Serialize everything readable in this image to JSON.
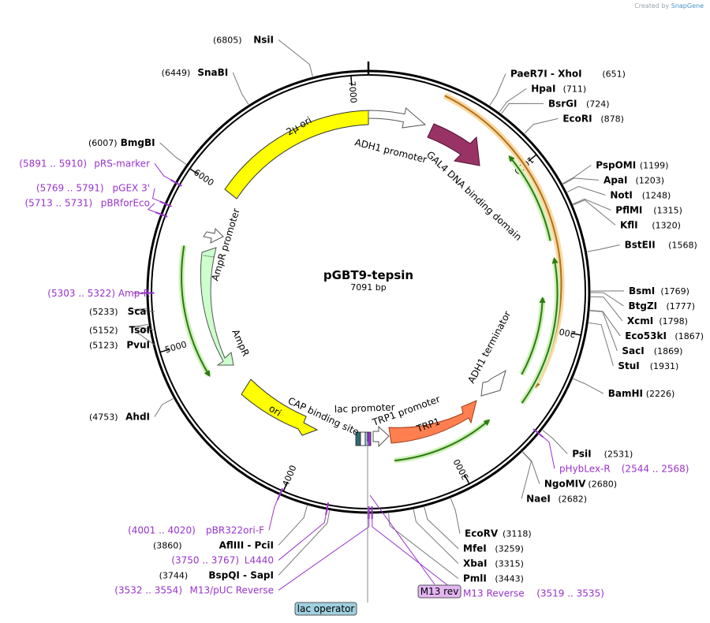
{
  "watermark": {
    "prefix": "Created by",
    "brand": "SnapGene"
  },
  "plasmid": {
    "name": "pGBT9-tepsin",
    "size_label": "7091 bp",
    "length": 7091
  },
  "ticks": [
    {
      "pos": 1000,
      "label": "1000"
    },
    {
      "pos": 2000,
      "label": "2000"
    },
    {
      "pos": 3000,
      "label": "3000"
    },
    {
      "pos": 4000,
      "label": "4000"
    },
    {
      "pos": 5000,
      "label": "5000"
    },
    {
      "pos": 6000,
      "label": "6000"
    },
    {
      "pos": 7000,
      "label": "7000"
    }
  ],
  "sites": [
    {
      "name": "NsiI",
      "coord": "(6805)",
      "pos": 6805,
      "side": "left"
    },
    {
      "name": "SnaBI",
      "coord": "(6449)",
      "pos": 6449,
      "side": "left"
    },
    {
      "name": "BmgBI",
      "coord": "(6007)",
      "pos": 6007,
      "side": "left"
    },
    {
      "name": "ScaI",
      "coord": "(5233)",
      "pos": 5233,
      "side": "left"
    },
    {
      "name": "TsoI",
      "coord": "(5152)",
      "pos": 5152,
      "side": "left"
    },
    {
      "name": "PvuI",
      "coord": "(5123)",
      "pos": 5123,
      "side": "left"
    },
    {
      "name": "AhdI",
      "coord": "(4753)",
      "pos": 4753,
      "side": "left"
    },
    {
      "name": "AflIII  - PciI",
      "coord": "(3860)",
      "pos": 3860,
      "side": "left"
    },
    {
      "name": "BspQI  - SapI",
      "coord": "(3744)",
      "pos": 3744,
      "side": "left"
    },
    {
      "name": "PaeR7I  - XhoI",
      "coord": "(651)",
      "pos": 651,
      "side": "right"
    },
    {
      "name": "HpaI",
      "coord": "(711)",
      "pos": 711,
      "side": "right"
    },
    {
      "name": "BsrGI",
      "coord": "(724)",
      "pos": 724,
      "side": "right"
    },
    {
      "name": "EcoRI",
      "coord": "(878)",
      "pos": 878,
      "side": "right"
    },
    {
      "name": "PspOMI",
      "coord": "(1199)",
      "pos": 1199,
      "side": "right"
    },
    {
      "name": "ApaI",
      "coord": "(1203)",
      "pos": 1203,
      "side": "right"
    },
    {
      "name": "NotI",
      "coord": "(1248)",
      "pos": 1248,
      "side": "right"
    },
    {
      "name": "PflMI",
      "coord": "(1315)",
      "pos": 1315,
      "side": "right"
    },
    {
      "name": "KflI",
      "coord": "(1320)",
      "pos": 1320,
      "side": "right"
    },
    {
      "name": "BstEII",
      "coord": "(1568)",
      "pos": 1568,
      "side": "right"
    },
    {
      "name": "BsmI",
      "coord": "(1769)",
      "pos": 1769,
      "side": "right"
    },
    {
      "name": "BtgZI",
      "coord": "(1777)",
      "pos": 1777,
      "side": "right"
    },
    {
      "name": "XcmI",
      "coord": "(1798)",
      "pos": 1798,
      "side": "right"
    },
    {
      "name": "Eco53kI",
      "coord": "(1867)",
      "pos": 1867,
      "side": "right"
    },
    {
      "name": "SacI",
      "coord": "(1869)",
      "pos": 1869,
      "side": "right"
    },
    {
      "name": "StuI",
      "coord": "(1931)",
      "pos": 1931,
      "side": "right"
    },
    {
      "name": "BamHI",
      "coord": "(2226)",
      "pos": 2226,
      "side": "right"
    },
    {
      "name": "PsiI",
      "coord": "(2531)",
      "pos": 2531,
      "side": "right"
    },
    {
      "name": "NgoMIV",
      "coord": "(2680)",
      "pos": 2680,
      "side": "right"
    },
    {
      "name": "NaeI",
      "coord": "(2682)",
      "pos": 2682,
      "side": "right"
    },
    {
      "name": "EcoRV",
      "coord": "(3118)",
      "pos": 3118,
      "side": "right"
    },
    {
      "name": "MfeI",
      "coord": "(3259)",
      "pos": 3259,
      "side": "right"
    },
    {
      "name": "XbaI",
      "coord": "(3315)",
      "pos": 3315,
      "side": "right"
    },
    {
      "name": "PmlI",
      "coord": "(3443)",
      "pos": 3443,
      "side": "right"
    }
  ],
  "primers": [
    {
      "name": "pRS-marker",
      "coord": "(5891 .. 5910)",
      "pos": 5900,
      "side": "left"
    },
    {
      "name": "pGEX 3'",
      "coord": "(5769 .. 5791)",
      "pos": 5780,
      "side": "left"
    },
    {
      "name": "pBRforEco",
      "coord": "(5713 .. 5731)",
      "pos": 5722,
      "side": "left"
    },
    {
      "name": "Amp-R",
      "coord": "(5303 .. 5322)",
      "pos": 5312,
      "side": "left"
    },
    {
      "name": "pBR322ori-F",
      "coord": "(4001 .. 4020)",
      "pos": 4010,
      "side": "left"
    },
    {
      "name": "L4440",
      "coord": "(3750 .. 3767)",
      "pos": 3758,
      "side": "left"
    },
    {
      "name": "M13/pUC Reverse",
      "coord": "(3532 .. 3554)",
      "pos": 3543,
      "side": "left"
    },
    {
      "name": "M13 Reverse",
      "coord": "(3519 .. 3535)",
      "pos": 3527,
      "side": "right"
    },
    {
      "name": "pHybLex-R",
      "coord": "(2544 .. 2568)",
      "pos": 2556,
      "side": "right"
    }
  ],
  "boxed_labels": [
    {
      "text": "M13 rev",
      "kind": "primer",
      "color": "#e3b6f2"
    },
    {
      "text": "lac operator",
      "kind": "feature",
      "color": "#9fd0df"
    }
  ],
  "features": [
    {
      "name": "2μ ori",
      "color": "#ffff00"
    },
    {
      "name": "ADH1 promoter",
      "color": "#ffffff"
    },
    {
      "name": "GAL4 DNA binding domain",
      "color": "#993366"
    },
    {
      "name": "ADH1 terminator",
      "color": "#ffffff"
    },
    {
      "name": "TRP1 promoter",
      "color": "#ffffff"
    },
    {
      "name": "TRP1",
      "color": "#ff7f50"
    },
    {
      "name": "lac promoter",
      "color": "#ffffff"
    },
    {
      "name": "CAP binding site",
      "color": "#2e6b73"
    },
    {
      "name": "ori",
      "color": "#ffff00"
    },
    {
      "name": "AmpR",
      "color": "#ccffcc"
    },
    {
      "name": "AmpR promoter",
      "color": "#ffffff"
    }
  ],
  "colors": {
    "backbone": "#000000",
    "enzyme_text": "#000000",
    "primer_text": "#9933cc",
    "orf_outline": "#e7a940",
    "orf_green": "#2d8a1a"
  }
}
